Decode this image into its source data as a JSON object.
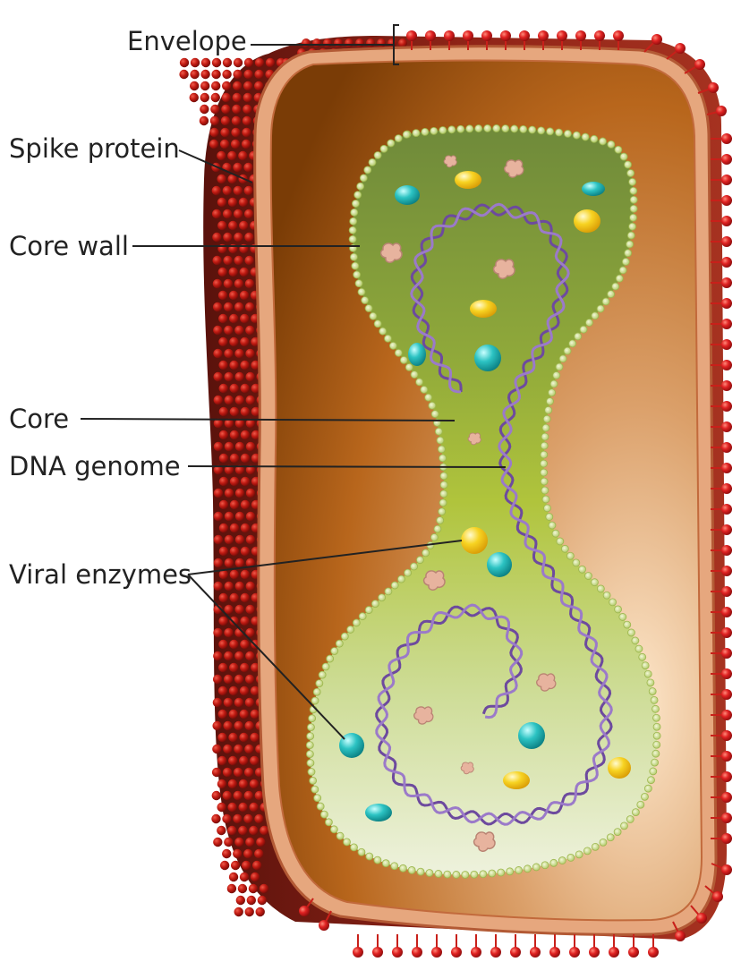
{
  "labels": {
    "envelope": "Envelope",
    "spike_protein": "Spike protein",
    "core_wall": "Core wall",
    "core": "Core",
    "dna_genome": "DNA genome",
    "viral_enzymes": "Viral enzymes"
  },
  "colors": {
    "spike": "#d81e1e",
    "spike_highlight": "#ff7b6b",
    "shell_dark": "#8a1f14",
    "membrane": "#e6a77e",
    "interior_dark": "#8a4506",
    "interior_light": "#fde3c3",
    "core_top": "#6f8a3a",
    "core_bottom": "#e6edcf",
    "core_wall_bead": "#c9df88",
    "dna": "#7b55a8",
    "enzyme_cyan": "#1fb3b3",
    "enzyme_yellow": "#f3c61a",
    "protein_pink": "#e7b39e",
    "leader_line": "#222222"
  },
  "icons": {
    "spike": "red-sphere-on-stalk",
    "enzyme": "glossy-ellipse",
    "protein": "lobed-blob"
  }
}
